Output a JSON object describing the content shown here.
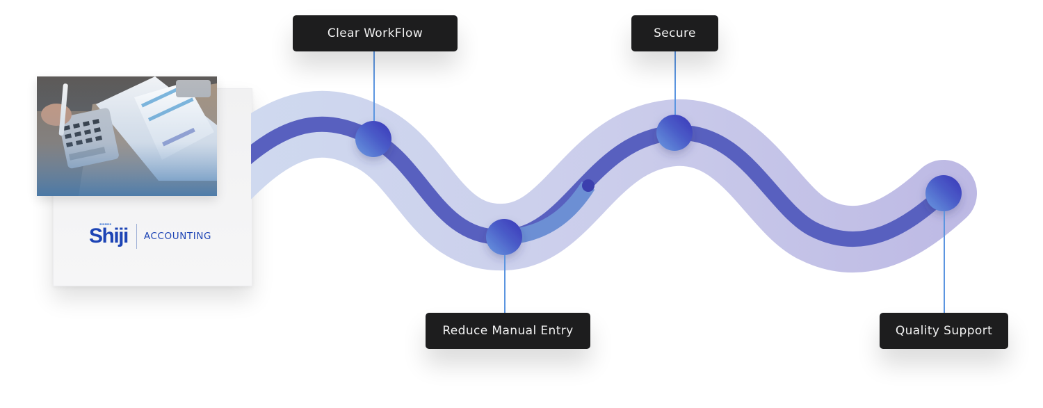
{
  "brand": {
    "logo_text": "Shiji",
    "logo_dots": "•••••••",
    "product": "ACCOUNTING",
    "photo_description": "hand holding pen over calculator and invoices"
  },
  "milestones": [
    {
      "label": "Clear WorkFlow",
      "position": "top"
    },
    {
      "label": "Reduce Manual Entry",
      "position": "bottom"
    },
    {
      "label": "Secure",
      "position": "top"
    },
    {
      "label": "Quality Support",
      "position": "bottom"
    }
  ],
  "colors": {
    "track_outer": "#c9cdea",
    "track_inner": "#5a62c0",
    "node": "#4b55c8",
    "label_bg": "#1d1d1e",
    "connector": "#5b95e0",
    "brand_blue": "#1d44b5"
  }
}
